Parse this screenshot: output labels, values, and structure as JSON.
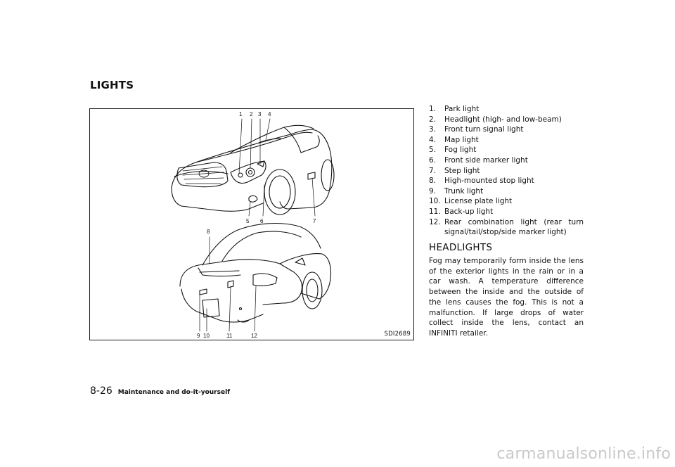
{
  "section_title": "LIGHTS",
  "figure": {
    "code": "SDI2689",
    "callouts": [
      "1",
      "2",
      "3",
      "4",
      "5",
      "6",
      "7",
      "8",
      "9",
      "10",
      "11",
      "12"
    ]
  },
  "lights": [
    {
      "num": "1.",
      "label": "Park light"
    },
    {
      "num": "2.",
      "label": "Headlight (high- and low-beam)"
    },
    {
      "num": "3.",
      "label": "Front turn signal light"
    },
    {
      "num": "4.",
      "label": "Map light"
    },
    {
      "num": "5.",
      "label": "Fog light"
    },
    {
      "num": "6.",
      "label": "Front side marker light"
    },
    {
      "num": "7.",
      "label": "Step light"
    },
    {
      "num": "8.",
      "label": "High-mounted stop light"
    },
    {
      "num": "9.",
      "label": "Trunk light"
    },
    {
      "num": "10.",
      "label": "License plate light"
    },
    {
      "num": "11.",
      "label": "Back-up light"
    },
    {
      "num": "12.",
      "label": "Rear combination light (rear turn signal/tail/stop/side marker light)"
    }
  ],
  "headlights": {
    "title": "HEADLIGHTS",
    "body": "Fog may temporarily form inside the lens of the exterior lights in the rain or in a car wash. A temperature difference between the inside and the outside of the lens causes the fog. This is not a malfunction. If large drops of water collect inside the lens, contact an INFINITI retailer."
  },
  "footer": {
    "page_number": "8-26",
    "chapter": "Maintenance and do-it-yourself"
  },
  "watermark": "carmanualsonline.info"
}
